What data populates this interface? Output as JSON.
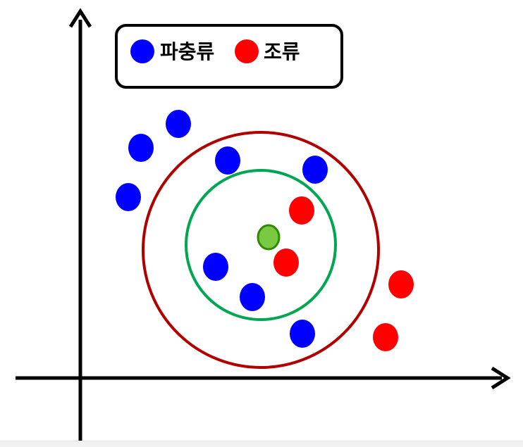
{
  "legend": {
    "items": [
      {
        "label": "파충류",
        "color": "#0000ff"
      },
      {
        "label": "조류",
        "color": "#ff0000"
      }
    ]
  },
  "colors": {
    "axis": "#000000",
    "inner_circle": "#00a651",
    "outer_circle": "#b00000",
    "query_point": "#7ac943",
    "query_point_stroke": "#2e8b00"
  },
  "points": [
    {
      "class": "파충류"
    },
    {
      "class": "파충류"
    },
    {
      "class": "파충류"
    },
    {
      "class": "파충류"
    },
    {
      "class": "파충류"
    },
    {
      "class": "파충류"
    },
    {
      "class": "파충류"
    },
    {
      "class": "파충류"
    },
    {
      "class": "조류"
    },
    {
      "class": "조류"
    },
    {
      "class": "조류"
    },
    {
      "class": "조류"
    }
  ]
}
